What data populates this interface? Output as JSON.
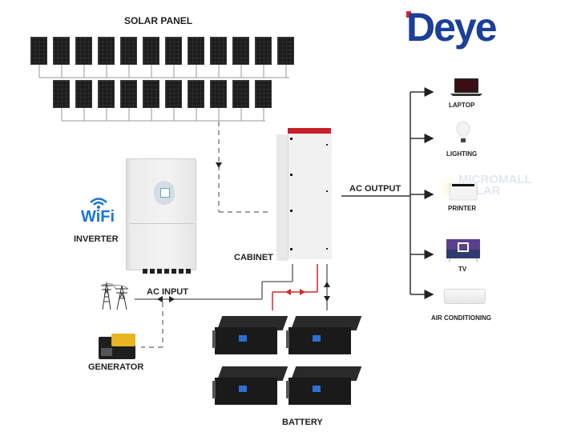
{
  "title": "Deye Solar Energy Storage System Diagram",
  "logo": {
    "text": "Deye",
    "brand_color": "#1b3f9a",
    "accent_color": "#e0222a"
  },
  "labels": {
    "solar_panel": "SOLAR PANEL",
    "inverter": "INVERTER",
    "wifi": "WiFi",
    "cabinet": "CABINET",
    "ac_input": "AC INPUT",
    "ac_output": "AC OUTPUT",
    "generator": "GENERATOR",
    "battery": "BATTERY"
  },
  "solar_array": {
    "top_row_count": 12,
    "bottom_row_count": 10
  },
  "battery_count": 4,
  "loads": [
    {
      "label": "LAPTOP",
      "icon": "laptop-icon"
    },
    {
      "label": "LIGHTING",
      "icon": "light-bulb-icon"
    },
    {
      "label": "PRINTER",
      "icon": "printer-icon"
    },
    {
      "label": "TV",
      "icon": "tv-icon"
    },
    {
      "label": "AIR CONDITIONING",
      "icon": "air-conditioner-icon"
    }
  ],
  "watermark": {
    "line1": "MICROMALL",
    "line2": "SOLAR"
  },
  "colors": {
    "line": "#444444",
    "dashed": "#666666",
    "battery_link": "#d42a2a",
    "cabinet_top": "#c8202a",
    "wifi": "#1a74d8"
  }
}
